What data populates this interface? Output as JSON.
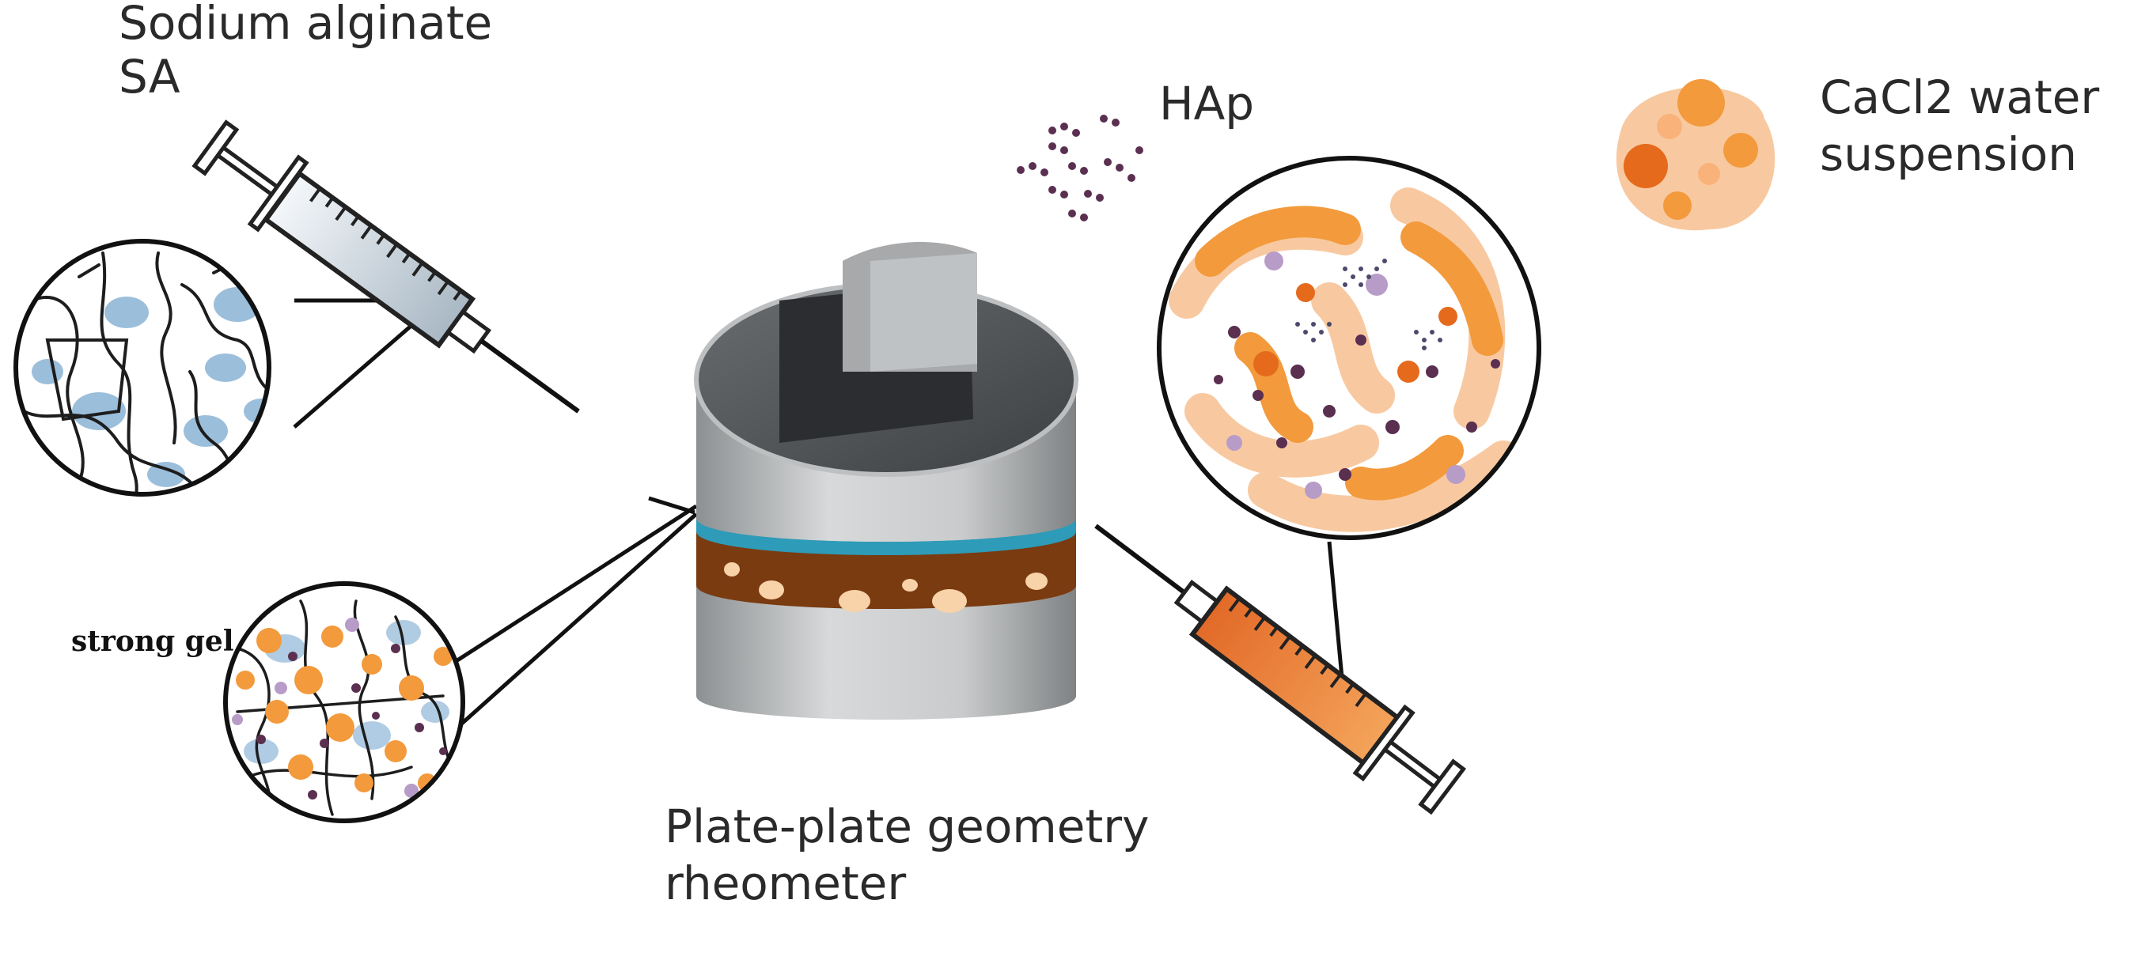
{
  "labels": {
    "sa_line1": "Sodium alginate",
    "sa_line2": "SA",
    "hap": "HAp",
    "cacl2_line1": "CaCl2 water",
    "cacl2_line2": "suspension",
    "strong_gel": "strong gel",
    "rheometer_line1": "Plate-plate geometry",
    "rheometer_line2": "rheometer"
  },
  "colors": {
    "alginate_blue": "#5b8fb8",
    "cacl2_orange": "#f39a3c",
    "cacl2_light": "#f8c9a0",
    "hap_dark": "#5a2f50",
    "gel_band": "#7a3b10",
    "water_band": "#2e9bb8"
  }
}
